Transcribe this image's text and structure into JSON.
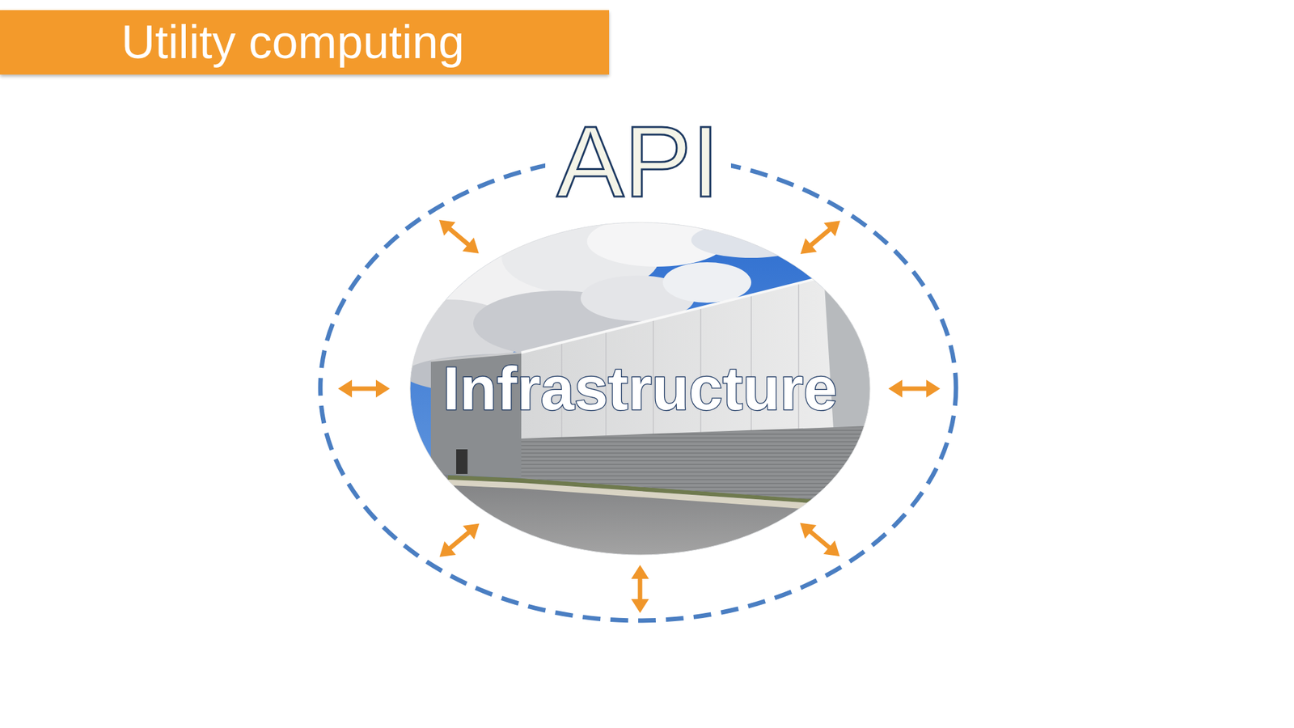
{
  "diagram": {
    "title": "Utility computing",
    "nodes": [
      {
        "text": [
          "API"
        ]
      },
      {
        "text": [
          "Infrastructure"
        ],
        "in": 0
      }
    ],
    "edges": [
      {
        "from": 1,
        "to": 0,
        "arrow": "both"
      },
      {
        "from": 1,
        "to": 0,
        "arrow": "both"
      },
      {
        "from": 1,
        "to": 0,
        "arrow": "both"
      },
      {
        "from": 1,
        "to": 0,
        "arrow": "both"
      },
      {
        "from": 1,
        "to": 0,
        "arrow": "both"
      },
      {
        "from": 1,
        "to": 0,
        "arrow": "both"
      },
      {
        "from": 1,
        "to": 0,
        "arrow": "both"
      }
    ]
  }
}
